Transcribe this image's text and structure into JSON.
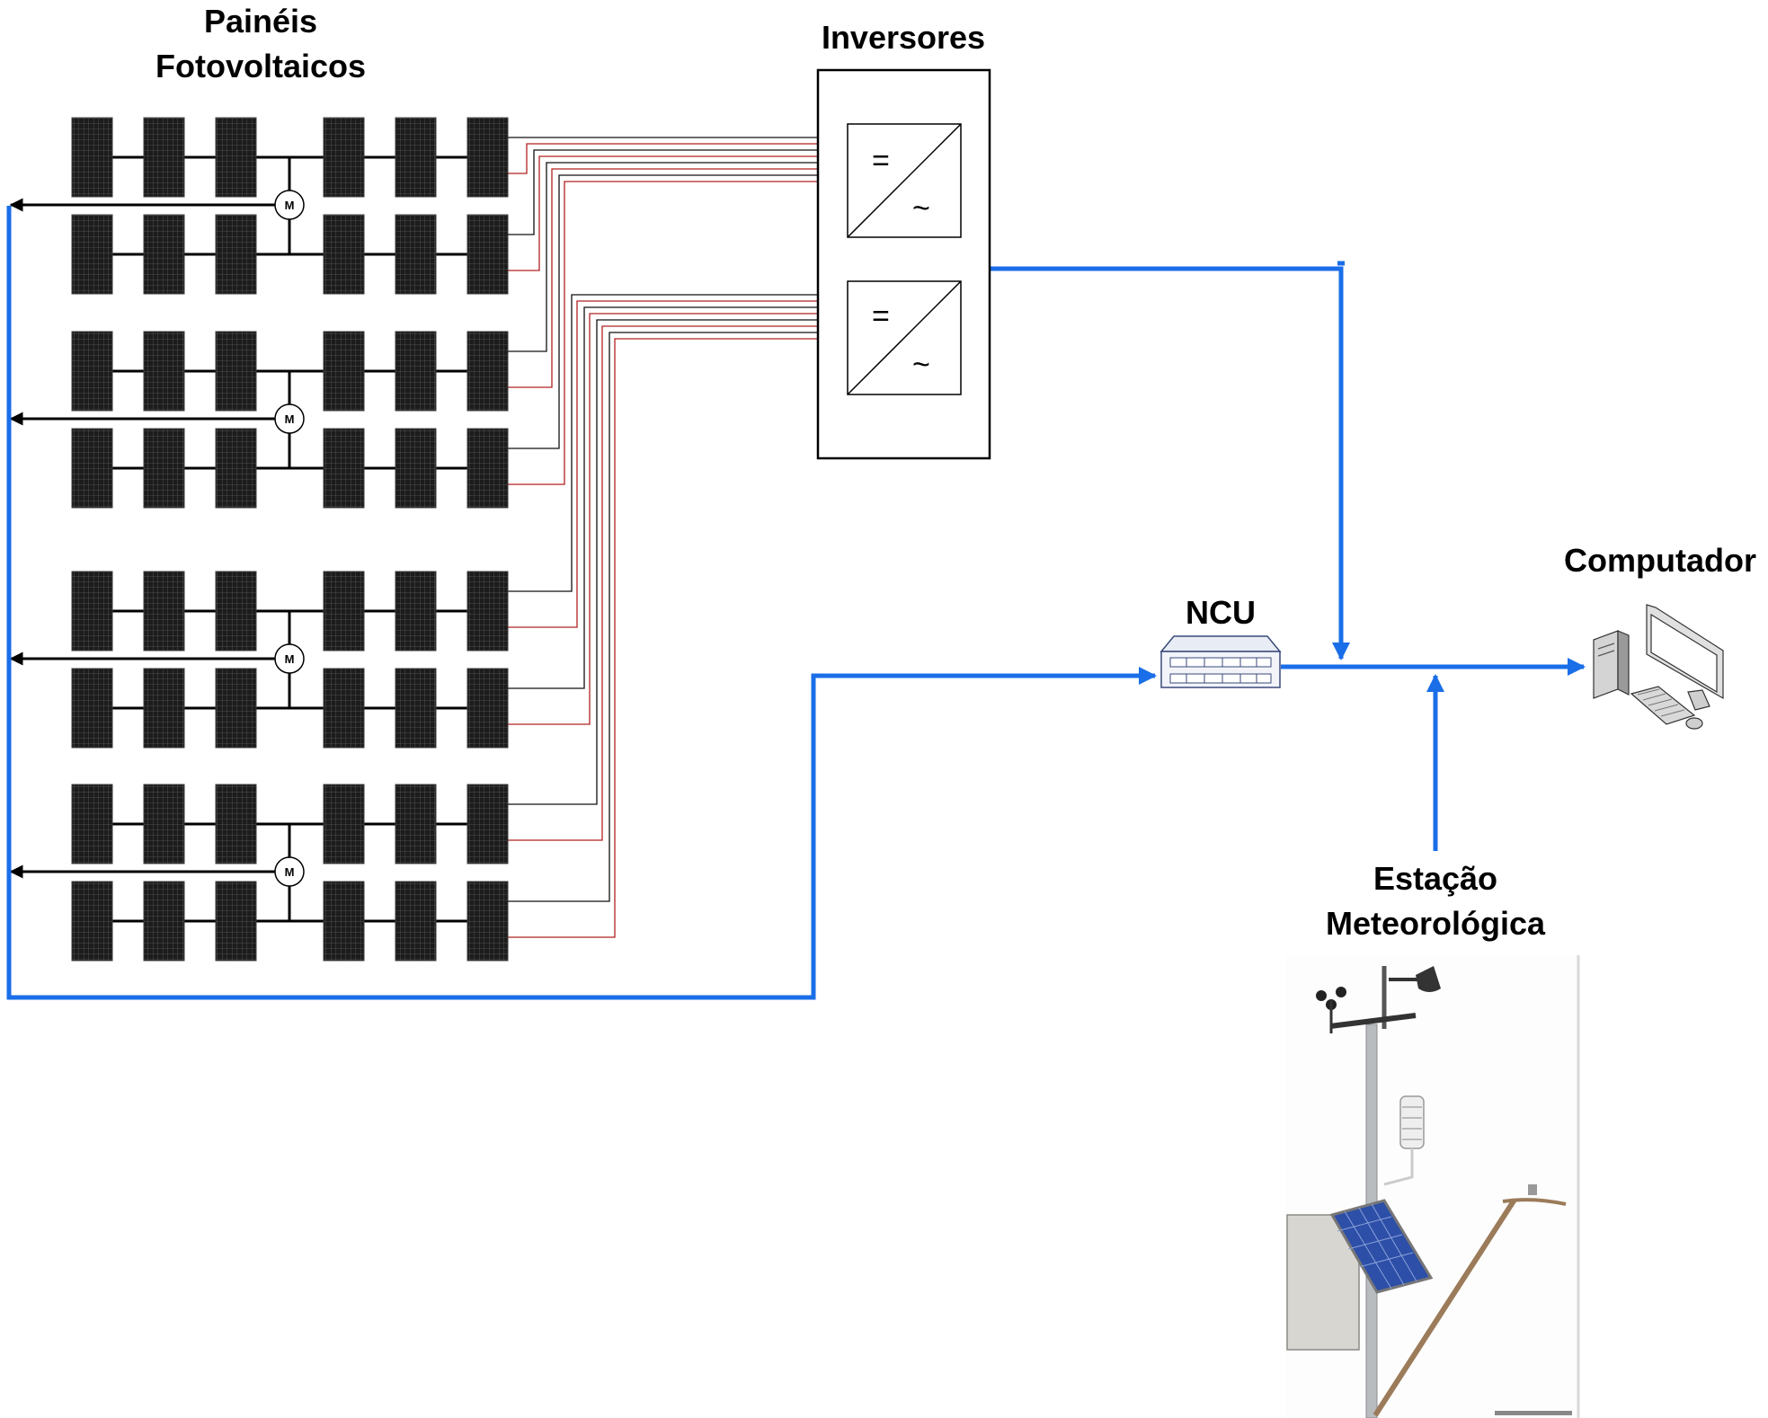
{
  "labels": {
    "panels_line1": "Painéis",
    "panels_line2": "Fotovoltaicos",
    "inverters": "Inversores",
    "ncu": "NCU",
    "computer": "Computador",
    "weather_line1": "Estação",
    "weather_line2": "Meteorológica",
    "motor": "M",
    "dc_symbol": "=",
    "ac_symbol": "~"
  },
  "panel_groups": [
    {
      "rows": 2,
      "panels_per_row": 6
    },
    {
      "rows": 2,
      "panels_per_row": 6
    },
    {
      "rows": 2,
      "panels_per_row": 6
    },
    {
      "rows": 2,
      "panels_per_row": 6
    }
  ],
  "inverters": [
    {
      "input": "=",
      "output": "~"
    },
    {
      "input": "=",
      "output": "~"
    }
  ],
  "icons": [
    "pv-panel-icon",
    "motor-icon",
    "inverter-icon",
    "ncu-server-icon",
    "computer-icon",
    "weather-station-photo"
  ],
  "colors": {
    "network_line": "#1a6ee8",
    "wire_positive": "#b02020",
    "wire_negative": "#111111",
    "panel_cell": "#1c1c1c",
    "panel_grid": "#5a5a5a"
  }
}
